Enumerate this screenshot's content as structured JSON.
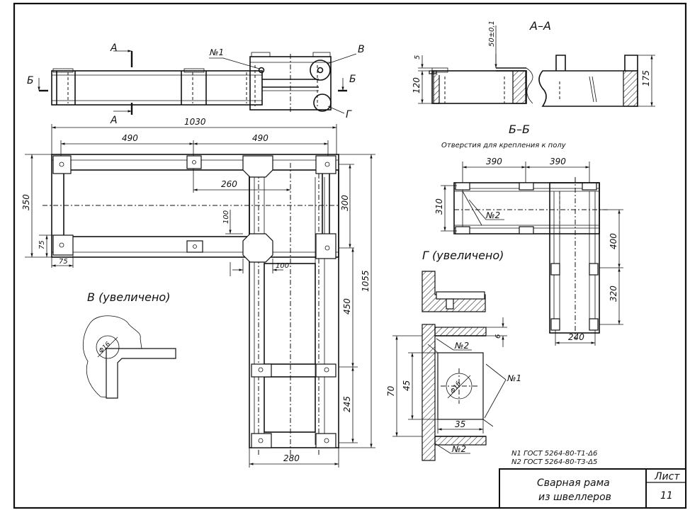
{
  "views": {
    "section_aa": "А–А",
    "section_bb": "Б–Б",
    "section_bb_note": "Отверстия для крепления к полу",
    "view_v": "В (увеличено)",
    "view_g": "Г (увеличено)"
  },
  "side_view_labels": {
    "cut_a_top": "А",
    "cut_a_bottom": "А",
    "cut_b_left": "Б",
    "cut_b_right": "Б",
    "callout_n1": "№1",
    "callout_v": "В",
    "callout_g": "Г"
  },
  "plan_dims": {
    "overall_width": "1030",
    "span_left": "490",
    "span_right": "490",
    "depth": "350",
    "offset_260": "260",
    "height_300": "300",
    "post_100_v": "100",
    "post_100_h": "100",
    "corner_75_v": "75",
    "corner_75_h": "75",
    "leg_450": "450",
    "leg_245": "245",
    "overall_length": "1055",
    "leg_width": "280"
  },
  "section_aa_dims": {
    "tol": "50±0,1",
    "d5": "5",
    "d120": "120",
    "d175": "175"
  },
  "section_bb_dims": {
    "d390a": "390",
    "d390b": "390",
    "d310": "310",
    "d400": "400",
    "d320": "320",
    "d240": "240",
    "callout_n2": "№2"
  },
  "detail_g_dims": {
    "d6": "6",
    "d45": "45",
    "d70": "70",
    "d35": "35",
    "hole": "Φ16",
    "callout_n1": "№1",
    "callout_n2_top": "№2",
    "callout_n2_bottom": "№2"
  },
  "detail_v": {
    "hole": "Φ16"
  },
  "specs": [
    "N1 ГОСТ 5264-80-Т1-Δ6",
    "N2 ГОСТ 5264-80-Т3-Δ5"
  ],
  "title_block": {
    "title_line1": "Сварная рама",
    "title_line2": "из швеллеров",
    "sheet_label": "Лист",
    "sheet_number": "11"
  }
}
